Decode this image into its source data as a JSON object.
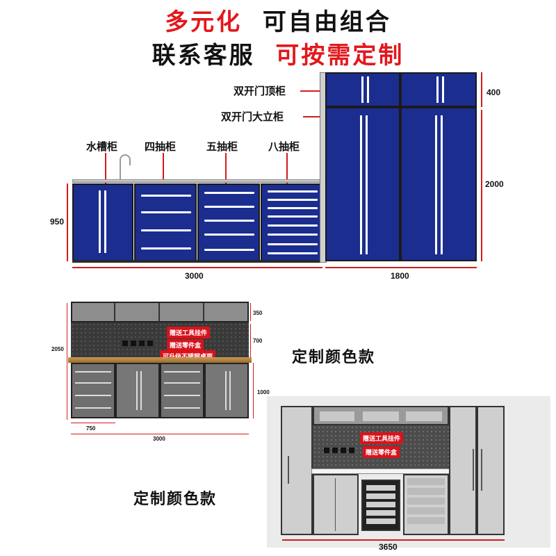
{
  "header": {
    "line1_red": "多元化",
    "line1_black": "可自由组合",
    "line2_black": "联系客服",
    "line2_red": "可按需定制"
  },
  "top_diagram": {
    "labels": {
      "top_cabinet": "双开门顶柜",
      "tall_cabinet": "双开门大立柜",
      "sink_cabinet": "水槽柜",
      "four_drawer": "四抽柜",
      "five_drawer": "五抽柜",
      "eight_drawer": "八抽柜"
    },
    "dims": {
      "height_left": "950",
      "width_left": "3000",
      "width_right": "1800",
      "height_top": "400",
      "height_tall": "2000"
    },
    "colors": {
      "cabinet_blue": "#1b2d8f",
      "dimension_red": "#d21c1c"
    }
  },
  "middle_diagram": {
    "dims": {
      "height_top": "350",
      "total_height": "2050",
      "pegboard_height": "700",
      "base_height": "1000",
      "section_width": "750",
      "total_width": "3000"
    },
    "tags": [
      "赠送工具挂件",
      "赠送零件盒",
      "可升级不锈钢桌面"
    ],
    "caption": "定制颜色款"
  },
  "bottom_diagram": {
    "dims": {
      "total_width": "3650"
    },
    "tags": [
      "赠送工具挂件",
      "赠送零件盒"
    ],
    "caption": "定制颜色款"
  }
}
